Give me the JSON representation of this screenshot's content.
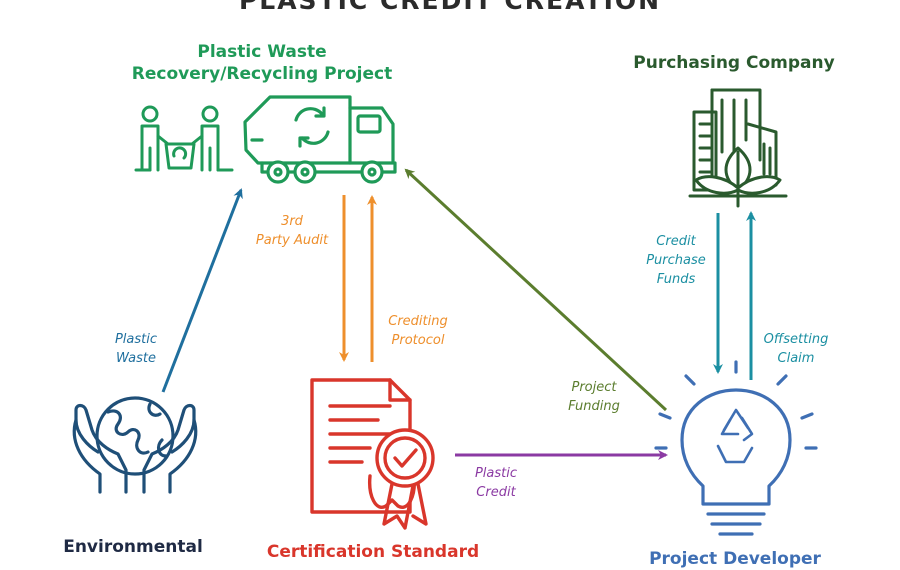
{
  "title": "PLASTIC CREDIT CREATION",
  "colors": {
    "green": "#1f9a58",
    "dark_green": "#2a5a2e",
    "orange": "#ee8f2c",
    "red": "#d9362b",
    "purple": "#8b3aa3",
    "blue": "#1f6f9e",
    "teal": "#1b8fa2",
    "olive": "#5b7d2e",
    "bulb_blue": "#3f6fb4",
    "dark_text": "#1f2a44"
  },
  "nodes": {
    "project": {
      "line1": "Plastic Waste",
      "line2": "Recovery/Recycling Project",
      "icon": "garbage-truck-icon"
    },
    "company": {
      "label": "Purchasing Company",
      "icon": "city-leaves-icon"
    },
    "environment": {
      "label": "Environmental",
      "icon": "globe-hands-icon"
    },
    "certification": {
      "label": "Certification Standard",
      "icon": "certificate-icon"
    },
    "developer": {
      "label": "Project Developer",
      "icon": "lightbulb-recycle-icon"
    }
  },
  "flows": {
    "audit": {
      "line1": "3rd",
      "line2": "Party Audit"
    },
    "protocol": {
      "line1": "Crediting",
      "line2": "Protocol"
    },
    "waste": {
      "line1": "Plastic",
      "line2": "Waste"
    },
    "funding": {
      "line1": "Project",
      "line2": "Funding"
    },
    "credit": {
      "line1": "Plastic",
      "line2": "Credit"
    },
    "purchase": {
      "line1": "Credit",
      "line2": "Purchase",
      "line3": "Funds"
    },
    "offset": {
      "line1": "Offsetting",
      "line2": "Claim"
    }
  }
}
